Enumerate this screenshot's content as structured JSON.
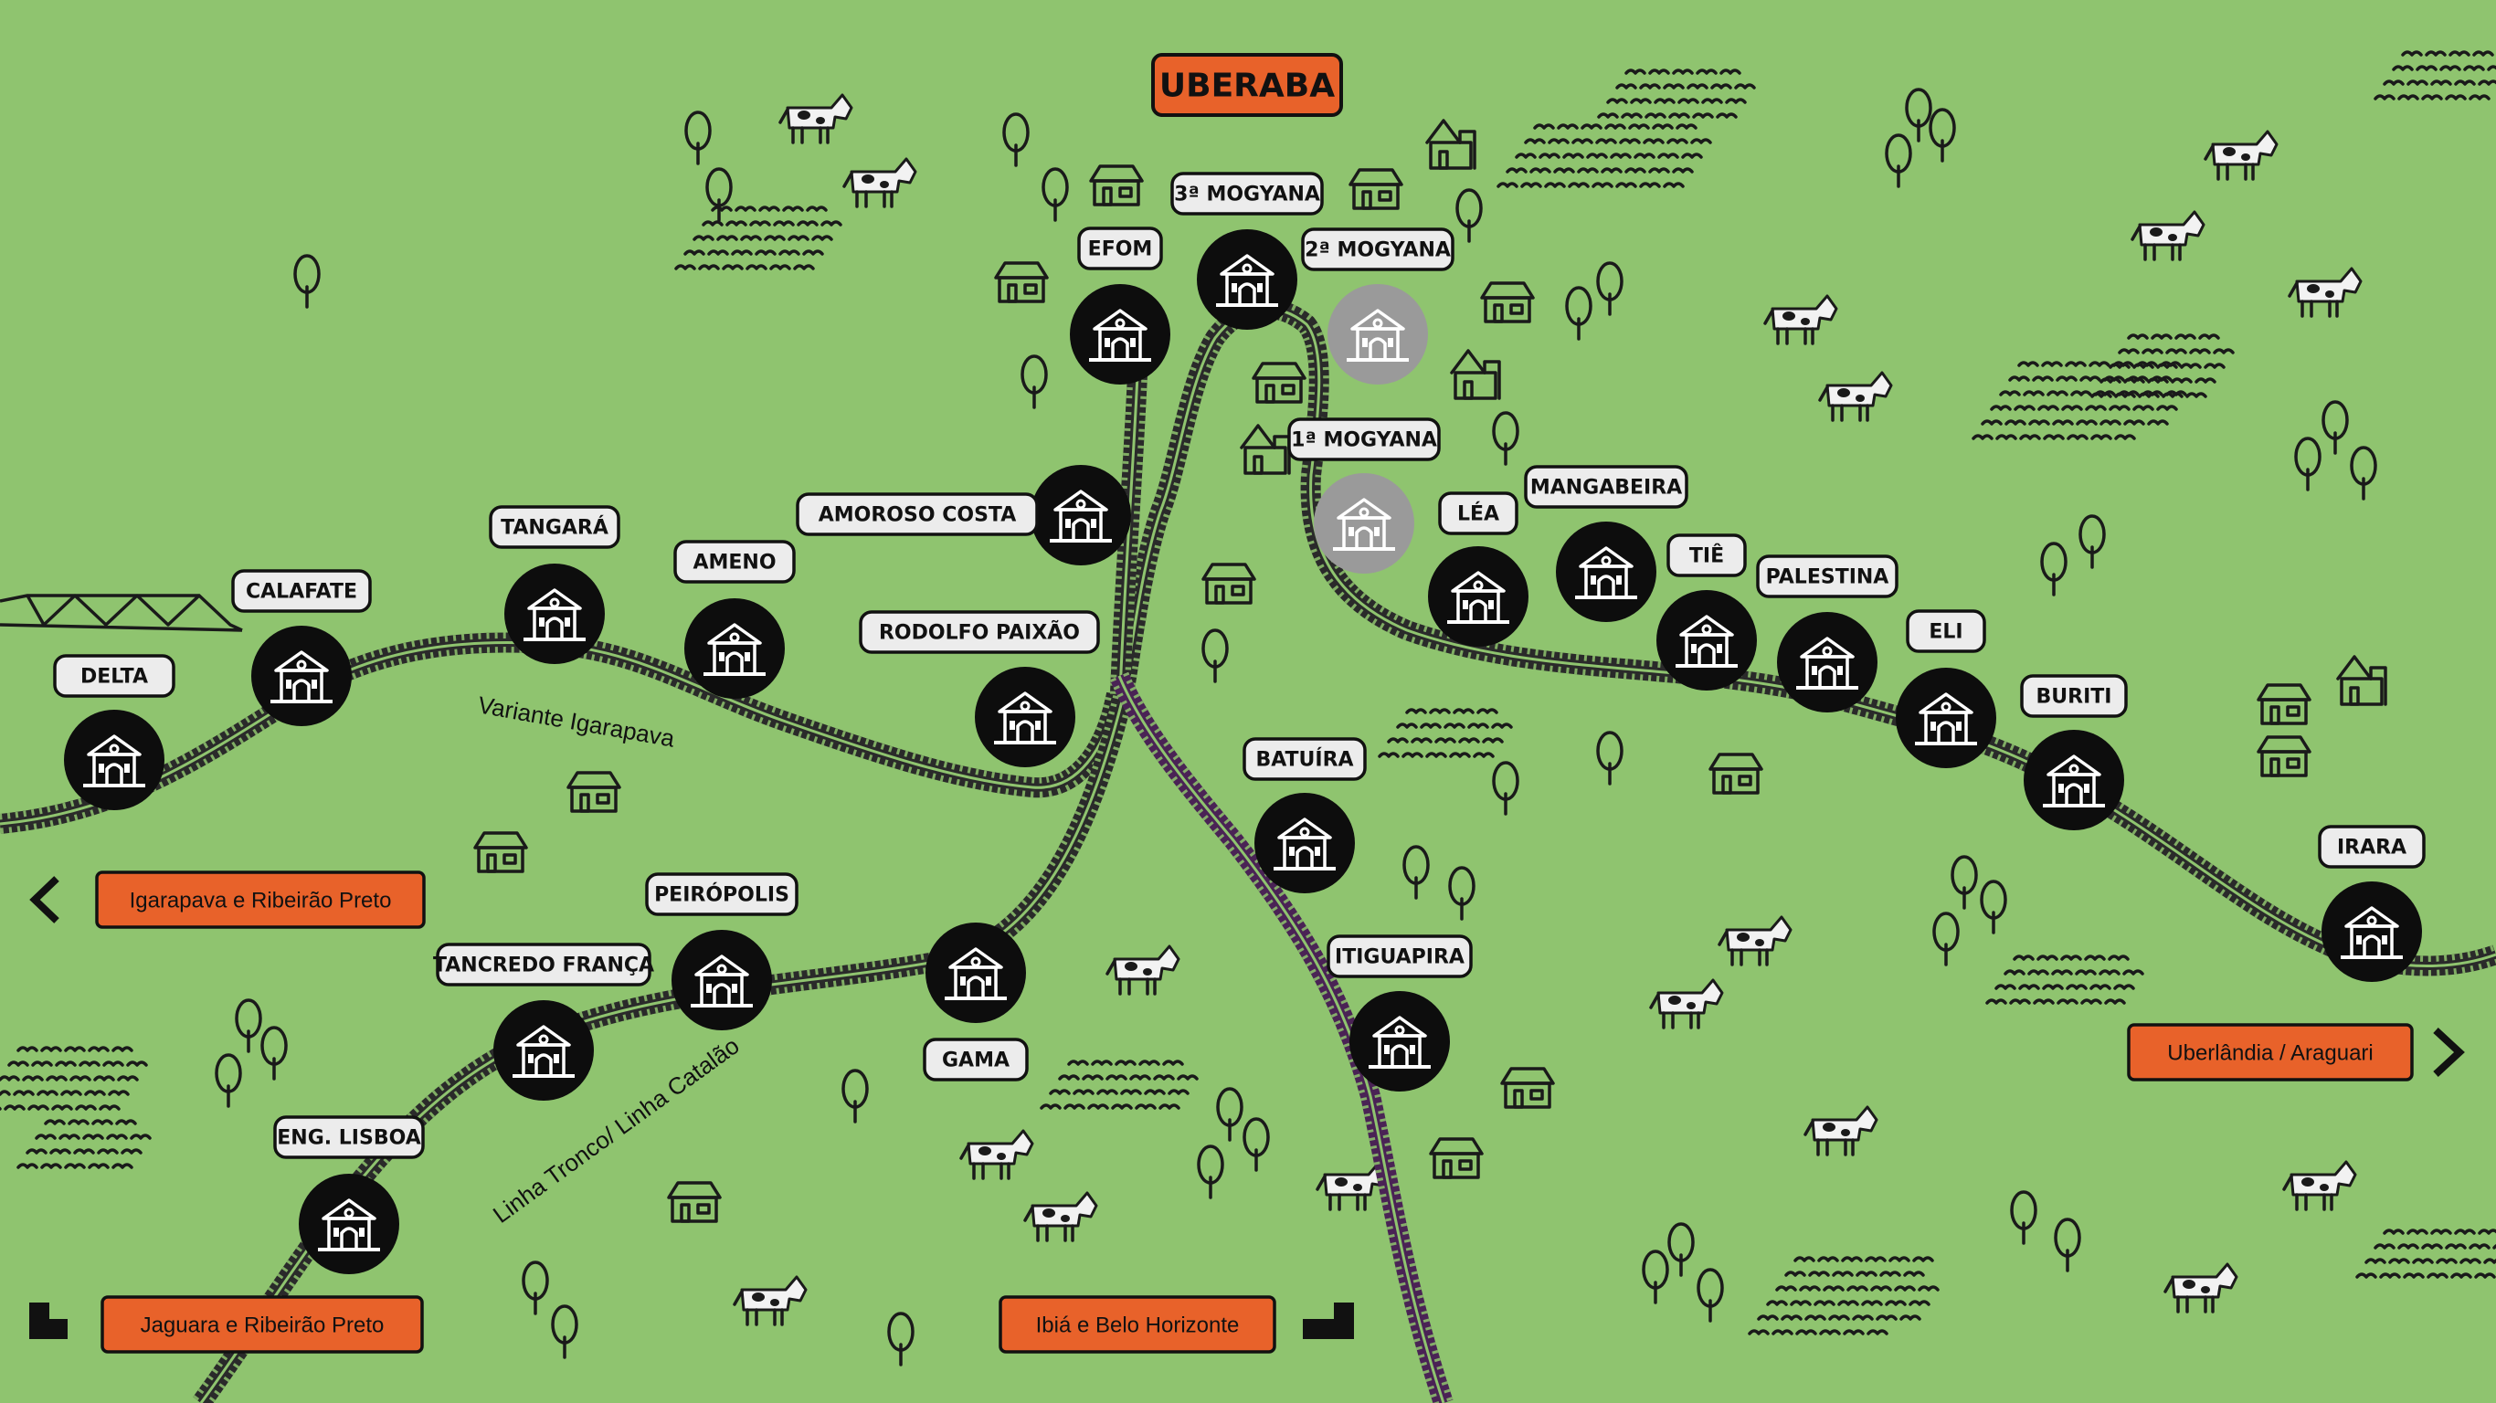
{
  "title": "UBERABA",
  "colors": {
    "background": "#8fc46f",
    "station_active": "#0d0d0d",
    "station_inactive": "#9a9a9a",
    "label_bg": "#ececec",
    "direction_bg": "#e8622a",
    "track_main": "#2a2a2a",
    "track_purple": "#4a2355"
  },
  "stations": [
    {
      "id": "delta",
      "name": "DELTA",
      "active": true
    },
    {
      "id": "calafate",
      "name": "CALAFATE",
      "active": true
    },
    {
      "id": "tangara",
      "name": "TANGARÁ",
      "active": true
    },
    {
      "id": "ameno",
      "name": "AMENO",
      "active": true
    },
    {
      "id": "rodolfo",
      "name": "RODOLFO PAIXÃO",
      "active": true
    },
    {
      "id": "amoroso",
      "name": "AMOROSO COSTA",
      "active": true
    },
    {
      "id": "efom",
      "name": "EFOM",
      "active": true
    },
    {
      "id": "mog3",
      "name": "3ª MOGYANA",
      "active": true
    },
    {
      "id": "mog2",
      "name": "2ª MOGYANA",
      "active": false
    },
    {
      "id": "mog1",
      "name": "1ª MOGYANA",
      "active": false
    },
    {
      "id": "lea",
      "name": "LÉA",
      "active": true
    },
    {
      "id": "mangabeira",
      "name": "MANGABEIRA",
      "active": true
    },
    {
      "id": "tie",
      "name": "TIÊ",
      "active": true
    },
    {
      "id": "palestina",
      "name": "PALESTINA",
      "active": true
    },
    {
      "id": "eli",
      "name": "ELI",
      "active": true
    },
    {
      "id": "buriti",
      "name": "BURITI",
      "active": true
    },
    {
      "id": "irara",
      "name": "IRARA",
      "active": true
    },
    {
      "id": "batuira",
      "name": "BATUÍRA",
      "active": true
    },
    {
      "id": "itiguapira",
      "name": "ITIGUAPIRA",
      "active": true
    },
    {
      "id": "gama",
      "name": "GAMA",
      "active": true
    },
    {
      "id": "peiropolis",
      "name": "PEIRÓPOLIS",
      "active": true
    },
    {
      "id": "tancredo",
      "name": "TANCREDO FRANÇA",
      "active": true
    },
    {
      "id": "englisboa",
      "name": "ENG. LISBOA",
      "active": true
    }
  ],
  "directions": [
    {
      "id": "igarapava",
      "label": "Igarapava e Ribeirão Preto",
      "arrow": "arrow-left-icon"
    },
    {
      "id": "jaguara",
      "label": "Jaguara e Ribeirão Preto",
      "arrow": "arrow-down-left-icon"
    },
    {
      "id": "ibia",
      "label": "Ibiá e Belo Horizonte",
      "arrow": "arrow-down-right-icon"
    },
    {
      "id": "uberlandia",
      "label": "Uberlândia / Araguari",
      "arrow": "arrow-right-icon"
    }
  ],
  "line_labels": {
    "variante": "Variante Igarapava",
    "tronco": "Linha Tronco/ Linha Catalão"
  }
}
